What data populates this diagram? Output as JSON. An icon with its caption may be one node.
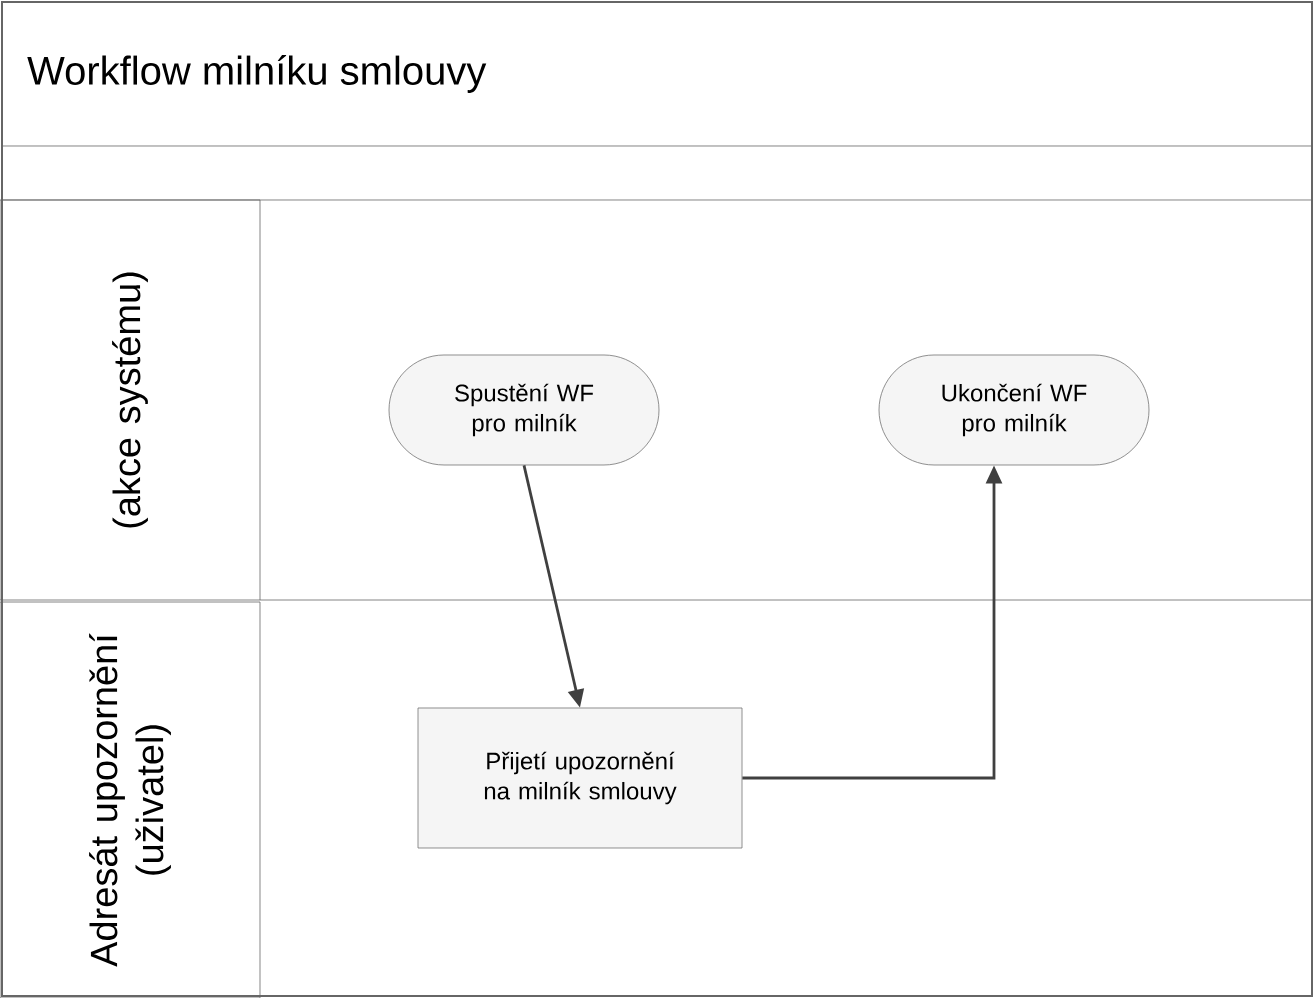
{
  "diagram": {
    "title": "Workflow milníku smlouvy",
    "nodes": [
      {
        "text": [
          "(akce systému)"
        ]
      },
      {
        "text": [
          "Adresát upozornění (uživatel)"
        ]
      },
      {
        "text": [
          "Spustění WF pro milník"
        ]
      },
      {
        "text": [
          "Ukončení WF pro milník"
        ]
      },
      {
        "text": [
          "Přijetí upozornění na milník smlouvy"
        ]
      }
    ],
    "edges": [
      {
        "from": 2,
        "to": 4,
        "arrow": "to"
      },
      {
        "from": 4,
        "to": 3,
        "arrow": "to"
      }
    ]
  }
}
